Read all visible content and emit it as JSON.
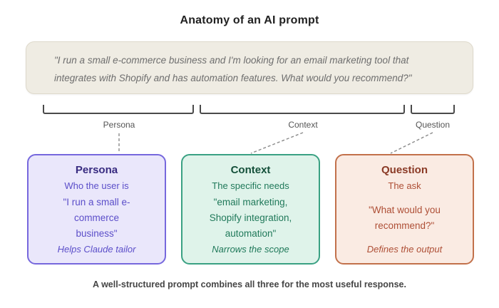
{
  "title": "Anatomy of an AI prompt",
  "quote": {
    "line1": "\"I run a small e-commerce business and I'm looking for an email marketing tool that",
    "line2": "integrates with Shopify and has automation features. What would you recommend?\""
  },
  "brackets": [
    {
      "label": "Persona"
    },
    {
      "label": "Context"
    },
    {
      "label": "Question"
    }
  ],
  "cards": [
    {
      "title": "Persona",
      "subtitle": "Who the user is",
      "example": "\"I run a small e-commerce business\"",
      "note": "Helps Claude tailor"
    },
    {
      "title": "Context",
      "subtitle": "The specific needs",
      "example": "\"email marketing, Shopify integration, automation\"",
      "note": "Narrows the scope"
    },
    {
      "title": "Question",
      "subtitle": "The ask",
      "example": "\"What would you recommend?\"",
      "note": "Defines the output"
    }
  ],
  "caption": "A well-structured prompt combines all three for the most useful response.",
  "colors": {
    "background": "#ffffff",
    "quote_box_bg": "#efece3",
    "quote_text": "#6e6e6e",
    "bracket": "#4a4a4a",
    "connector": "#8a8a8a",
    "persona_border": "#7668dd",
    "persona_bg": "#eae7fb",
    "persona_text": "#5b4ec9",
    "context_border": "#3aa183",
    "context_bg": "#dff3ea",
    "context_text": "#20795a",
    "question_border": "#c2714b",
    "question_bg": "#faebe3",
    "question_text": "#ae4f36"
  }
}
